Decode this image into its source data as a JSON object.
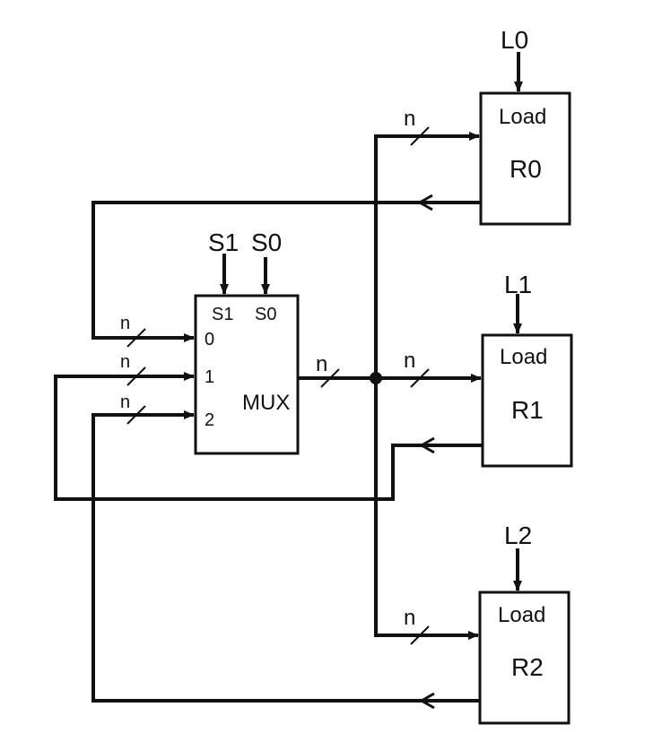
{
  "registers": [
    {
      "name": "R0",
      "load_label": "Load",
      "control": "L0"
    },
    {
      "name": "R1",
      "load_label": "Load",
      "control": "L1"
    },
    {
      "name": "R2",
      "load_label": "Load",
      "control": "L2"
    }
  ],
  "mux": {
    "name": "MUX",
    "select_inputs": [
      "S1",
      "S0"
    ],
    "select_pins": [
      "S1",
      "S0"
    ],
    "data_inputs": [
      "0",
      "1",
      "2"
    ]
  },
  "bus_width_label": "n",
  "colors": {
    "line": "#111111",
    "background": "#ffffff"
  }
}
